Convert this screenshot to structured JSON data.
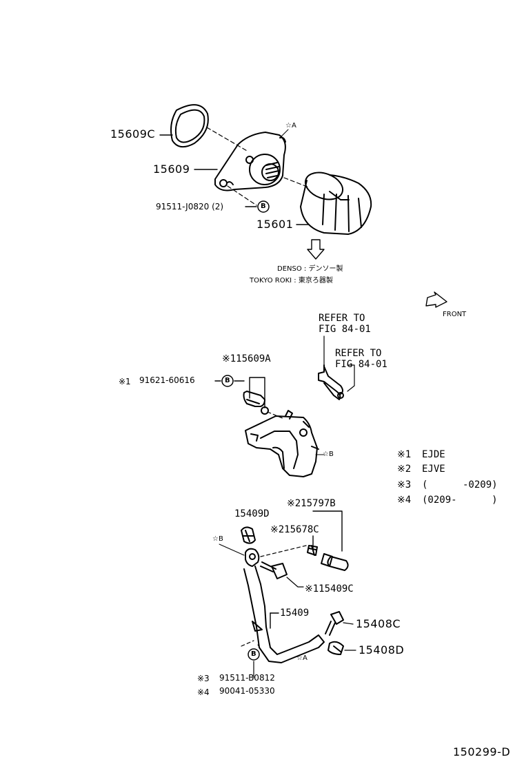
{
  "parts": {
    "gasket_15609c": "15609C",
    "bracket_15609": "15609",
    "bolt_91511_j0820": "91511-J0820 (2)",
    "filter_15601": "15601",
    "ref_a_top": "☆A",
    "bolt_115609a": "※115609A",
    "bolt_91621": "91621-60616",
    "mark_star1": "※1",
    "ref_b_mid": "☆B",
    "part_15409d": "15409D",
    "part_215797b": "※215797B",
    "part_215678c": "※215678C",
    "part_115409c": "※115409C",
    "ref_b_low": "☆B",
    "part_15409": "15409",
    "part_15408c": "15408C",
    "part_15408d": "15408D",
    "ref_a_low": "☆A",
    "mark_star3": "※3",
    "part_91511_b0812": "91511-B0812",
    "mark_star4": "※4",
    "part_90041_05330": "90041-05330",
    "circle_b": "B"
  },
  "notes": {
    "denso": "DENSO : デンソー製",
    "tokyo_roki": "TOKYO ROKI : 東京ろ器製",
    "front": "FRONT",
    "refer1_line1": "REFER TO",
    "refer1_line2": "FIG 84-01",
    "refer2_line1": "REFER TO",
    "refer2_line2": "FIG 84-01"
  },
  "legend": [
    {
      "mark": "※1",
      "text": "EJDE"
    },
    {
      "mark": "※2",
      "text": "EJVE"
    },
    {
      "mark": "※3",
      "text": "(      -0209)"
    },
    {
      "mark": "※4",
      "text": "(0209-      )"
    }
  ],
  "figure_id": "150299-D"
}
